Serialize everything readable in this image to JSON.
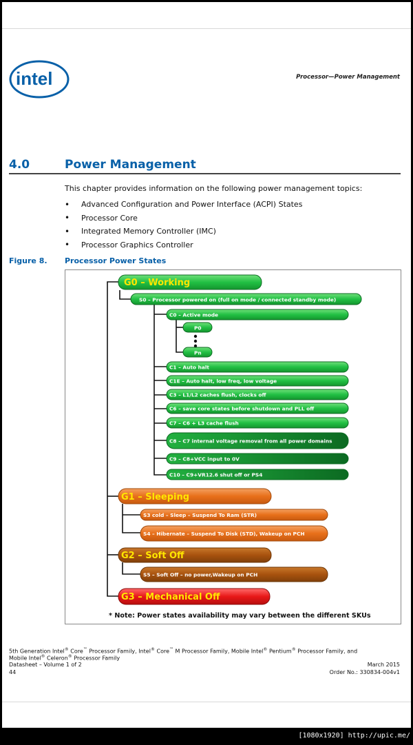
{
  "header": {
    "logo_text": "intel",
    "section_label": "Processor—Power Management"
  },
  "chapter": {
    "number": "4.0",
    "title": "Power Management"
  },
  "intro": "This chapter provides information on the following power management topics:",
  "topics": [
    "Advanced Configuration and Power Interface (ACPI) States",
    "Processor Core",
    "Integrated Memory Controller (IMC)",
    "Processor Graphics Controller"
  ],
  "figure": {
    "label": "Figure 8.",
    "title": "Processor Power States",
    "states": {
      "g0": "G0 – Working",
      "s0": "S0 – Processor powered on (full on mode / connected standby mode)",
      "c0": "C0 – Active mode",
      "p0": "P0",
      "pn": "Pn",
      "c1": "C1 – Auto halt",
      "c1e": "C1E – Auto halt, low freq, low voltage",
      "c3": "C3 – L1/L2 caches flush, clocks off",
      "c6": "C6 – save core states before shutdown and PLL off",
      "c7": "C7 – C6 + L3 cache flush",
      "c8": "C8 – C7 internal voltage removal from all power domains",
      "c9": "C9 – C8+VCC input to 0V",
      "c10": "C10 – C9+VR12.6 shut off or PS4",
      "g1": "G1 – Sleeping",
      "s3": "S3 cold – Sleep – Suspend To Ram (STR)",
      "s4": "S4 – Hibernate – Suspend To Disk (STD), Wakeup on PCH",
      "g2": "G2 – Soft Off",
      "s5": "S5 – Soft Off – no power,Wakeup on PCH",
      "g3": "G3 – Mechanical Off"
    },
    "note": "* Note: Power states availability may vary between the different SKUs",
    "colors": {
      "green": "#22c044",
      "green_dark": "#0f7a28",
      "orange": "#e8701a",
      "brown": "#a8520e",
      "red": "#e81818",
      "title_yellow": "#ffe600"
    }
  },
  "footer": {
    "line1_a": "5th Generation Intel",
    "line1_b": " Core",
    "line1_c": " Processor Family, Intel",
    "line1_d": " Core",
    "line1_e": " M Processor Family, Mobile Intel",
    "line1_f": " Pentium",
    "line1_g": " Processor Family, and",
    "line2_a": "Mobile Intel",
    "line2_b": " Celeron",
    "line2_c": " Processor Family",
    "line3": "Datasheet – Volume 1 of 2",
    "page": "44",
    "date": "March 2015",
    "order": "Order No.: 330834-004v1"
  },
  "watermark": "[1080x1920] http://upic.me/"
}
